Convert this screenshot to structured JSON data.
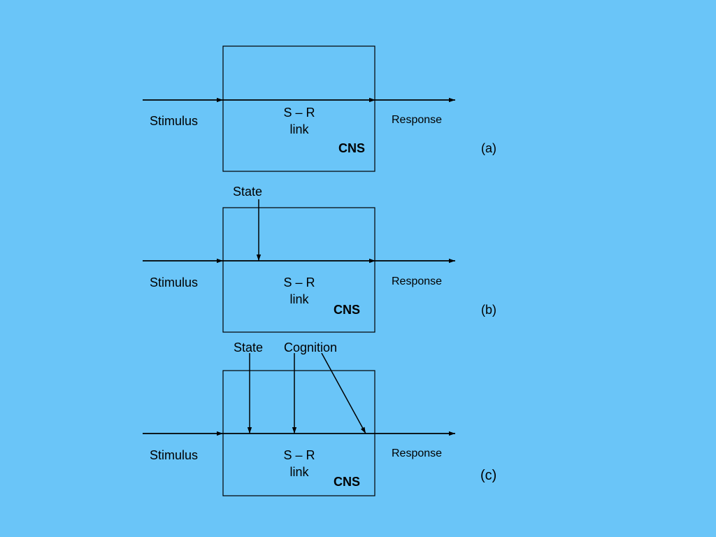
{
  "panel_a": {
    "stimulus": "Stimulus",
    "sr_line1": "S – R",
    "sr_line2": "link",
    "cns": "CNS",
    "response": "Response",
    "tag": "(a)"
  },
  "panel_b": {
    "state": "State",
    "stimulus": "Stimulus",
    "sr_line1": "S – R",
    "sr_line2": "link",
    "cns": "CNS",
    "response": "Response",
    "tag": "(b)"
  },
  "panel_c": {
    "state": "State",
    "cognition": "Cognition",
    "stimulus": "Stimulus",
    "sr_line1": "S – R",
    "sr_line2": "link",
    "cns": "CNS",
    "response": "Response",
    "tag": "(c)"
  },
  "colors": {
    "background": "#6ac5f8",
    "stroke": "#000000"
  }
}
